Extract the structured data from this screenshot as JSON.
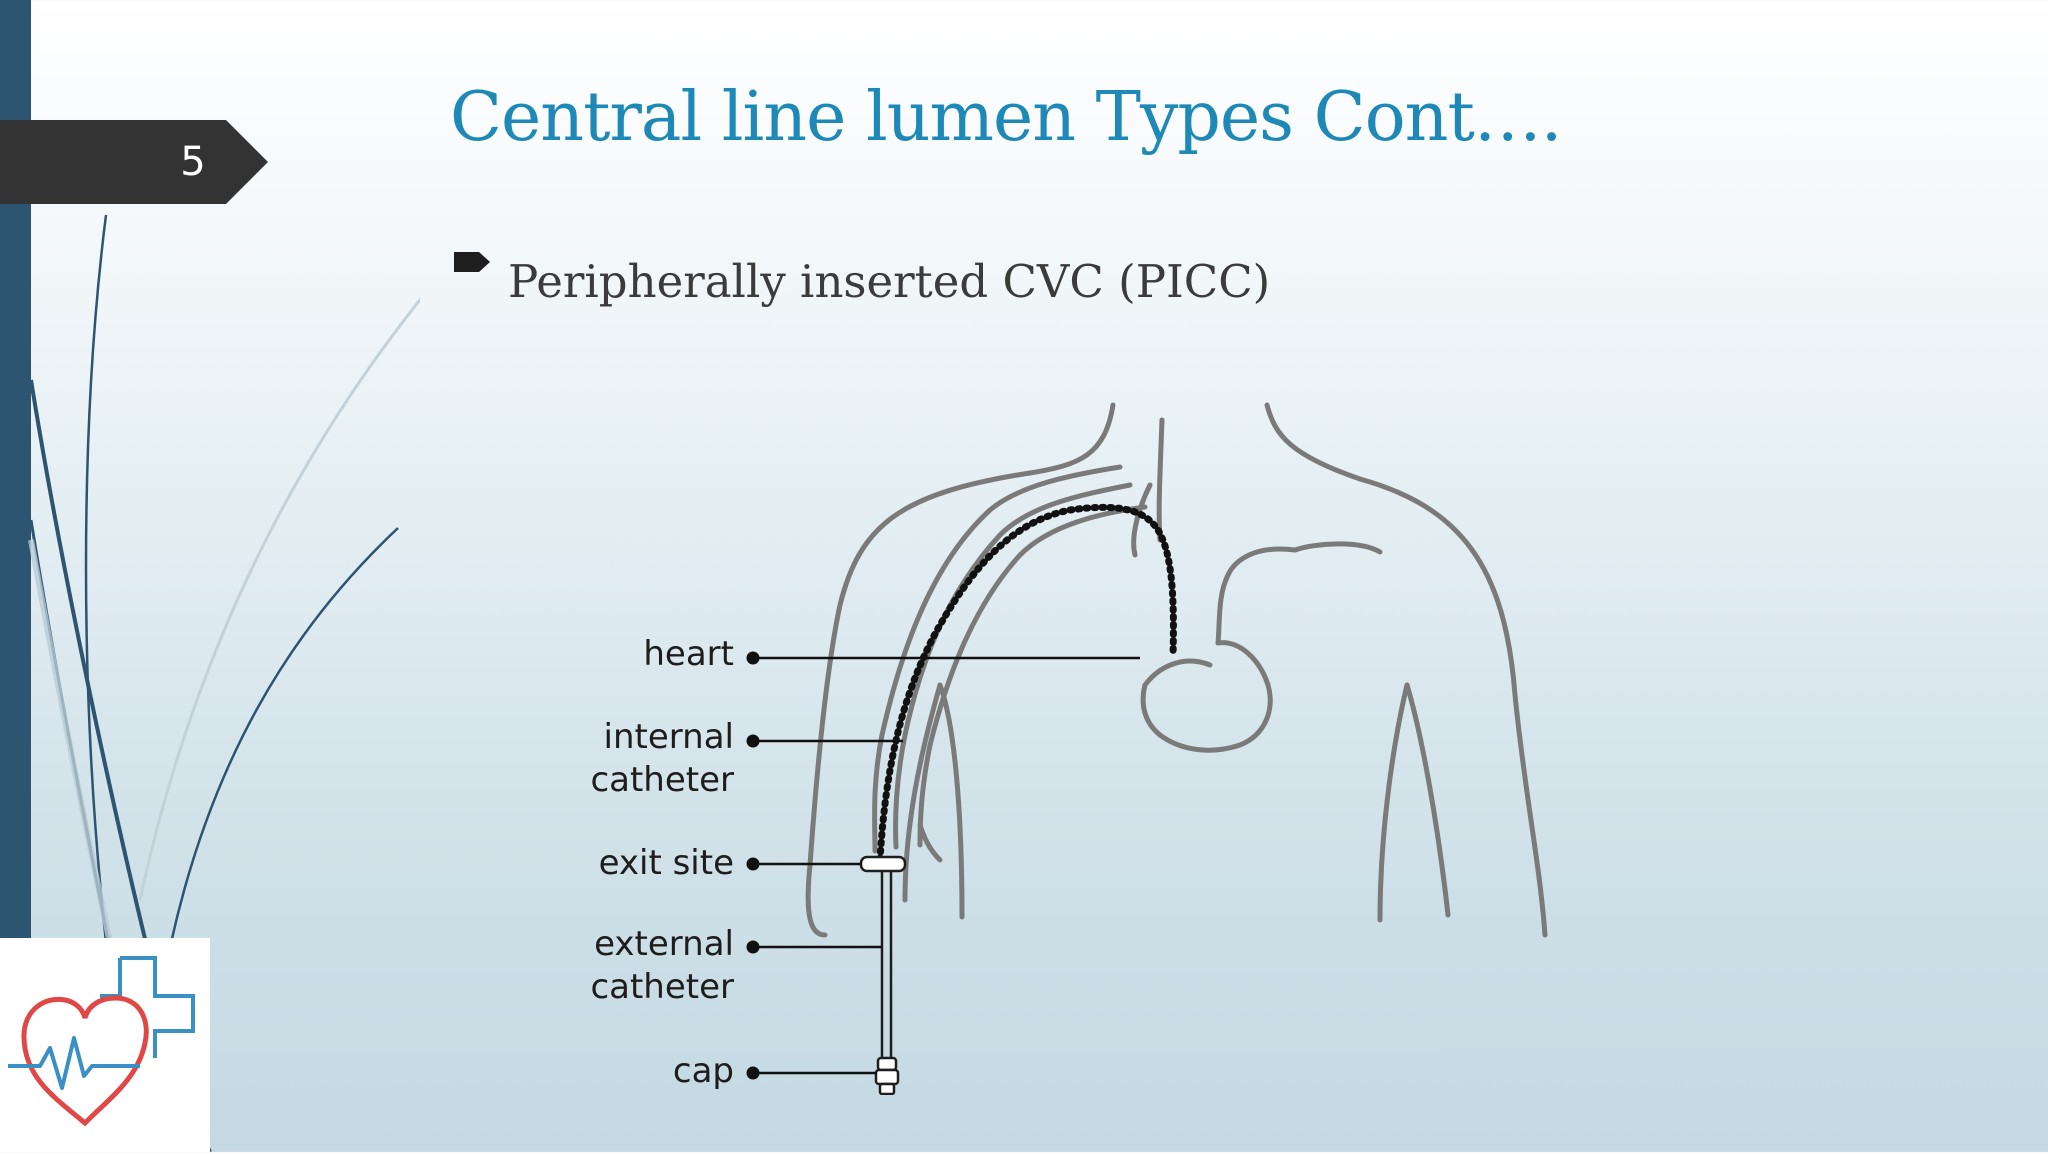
{
  "slide": {
    "number": "5",
    "title": "Central line lumen Types Cont….",
    "bullet_text": "Peripherally inserted CVC (PICC)"
  },
  "diagram": {
    "labels": {
      "heart": "heart",
      "internal_catheter_line1": "internal",
      "internal_catheter_line2": "catheter",
      "exit_site": "exit site",
      "external_catheter_line1": "external",
      "external_catheter_line2": "catheter",
      "cap": "cap"
    }
  },
  "theme": {
    "accent": "#1e88b6",
    "sidebar": "#2d5470",
    "tab": "#333333",
    "logo_heart": "#e04848",
    "logo_cross": "#3a8fc4"
  },
  "icons": {
    "bullet": "arrow-bullet-icon",
    "logo": "heart-cross-logo-icon"
  }
}
